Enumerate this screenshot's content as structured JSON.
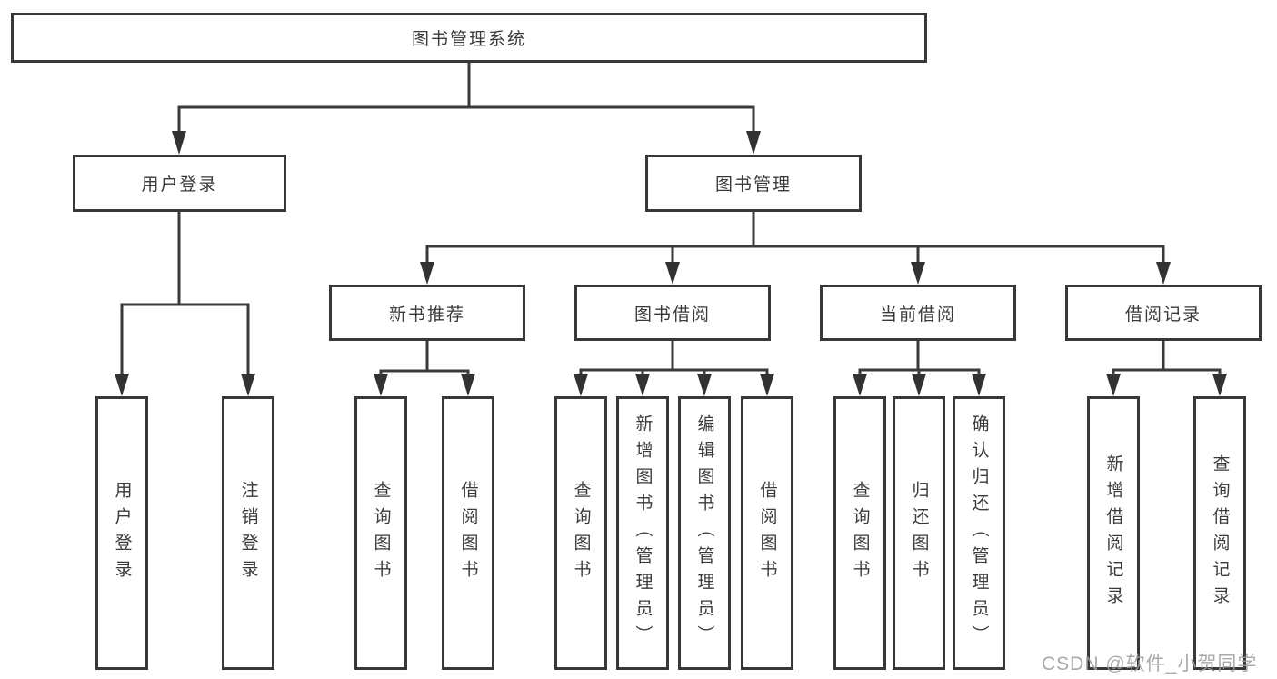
{
  "diagram": {
    "root_label": "图书管理系统",
    "branches": [
      {
        "label": "用户登录",
        "children": [
          "用户登录",
          "注销登录"
        ]
      },
      {
        "label": "图书管理",
        "groups": [
          {
            "label": "新书推荐",
            "children": [
              "查询图书",
              "借阅图书"
            ]
          },
          {
            "label": "图书借阅",
            "children": [
              "查询图书",
              "新增图书（管理员）",
              "编辑图书（管理员）",
              "借阅图书"
            ]
          },
          {
            "label": "当前借阅",
            "children": [
              "查询图书",
              "归还图书",
              "确认归还（管理员）"
            ]
          },
          {
            "label": "借阅记录",
            "children": [
              "新增借阅记录",
              "查询借阅记录"
            ]
          }
        ]
      }
    ],
    "watermark": "CSDN @软件_小贺同学",
    "colors": {
      "line": "#3a3a3a",
      "box_border": "#383838",
      "text": "#3a3a3a",
      "watermark_text": "#9e9e9e",
      "background": "#ffffff"
    }
  }
}
